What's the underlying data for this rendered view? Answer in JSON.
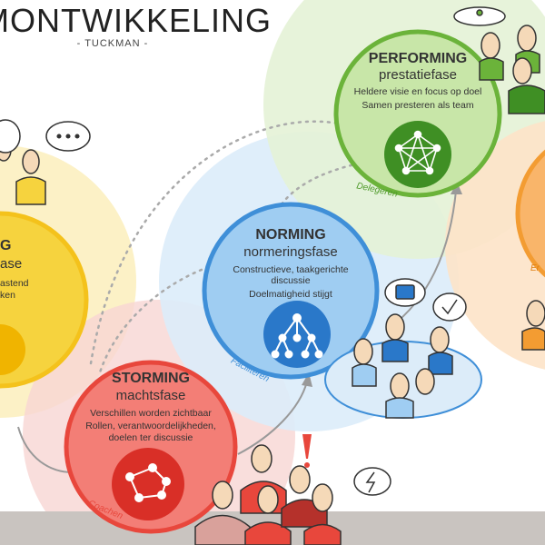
{
  "header": {
    "title": "MONTWIKKELING",
    "subtitle": "- TUCKMAN -"
  },
  "phases": {
    "forming": {
      "name": "G",
      "sub": "ase",
      "desc": [
        "astend",
        "ken"
      ]
    },
    "storming": {
      "name": "STORMING",
      "sub": "machtsfase",
      "desc": [
        "Verschillen worden zichtbaar",
        "Rollen, verantwoordelijkheden,",
        "doelen ter discussie"
      ],
      "role": "Coachen"
    },
    "norming": {
      "name": "NORMING",
      "sub": "normeringsfase",
      "desc": [
        "Constructieve, taakgerichte",
        "discussie",
        "Doelmatigheid stijgt"
      ],
      "role": "Faciliteren"
    },
    "performing": {
      "name": "PERFORMING",
      "sub": "prestatiefase",
      "desc": [
        "Heldere visie en focus op doel",
        "Samen presteren als team"
      ],
      "role": "Delegeren"
    },
    "adjourning": {
      "role_fragment": "Er"
    }
  },
  "colors": {
    "forming": "#f4c21b",
    "storming": "#e8473c",
    "norming": "#3f8fd8",
    "performing": "#6bb33a",
    "adjourning": "#f39c32"
  },
  "icons": [
    "speech-bubble-icon",
    "network-icon",
    "hierarchy-icon",
    "star-network-icon",
    "puzzle-icon",
    "checkmark-icon",
    "lightning-icon",
    "exclamation-icon"
  ]
}
